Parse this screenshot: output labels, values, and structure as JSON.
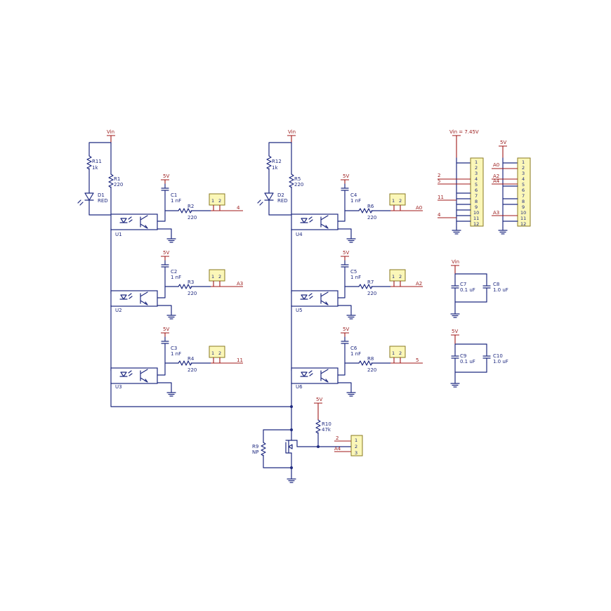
{
  "optocouplers": [
    {
      "ref": "U1",
      "cap": "C1",
      "cap_val": "1 nF",
      "res": "R2",
      "res_val": "220",
      "supply": "5V",
      "net": "4"
    },
    {
      "ref": "U2",
      "cap": "C2",
      "cap_val": "1 nF",
      "res": "R3",
      "res_val": "220",
      "supply": "5V",
      "net": "A3"
    },
    {
      "ref": "U3",
      "cap": "C3",
      "cap_val": "1 nF",
      "res": "R4",
      "res_val": "220",
      "supply": "5V",
      "net": "11"
    },
    {
      "ref": "U4",
      "cap": "C4",
      "cap_val": "1 nF",
      "res": "R6",
      "res_val": "220",
      "supply": "5V",
      "net": "A0"
    },
    {
      "ref": "U5",
      "cap": "C5",
      "cap_val": "1 nF",
      "res": "R7",
      "res_val": "220",
      "supply": "5V",
      "net": "A2"
    },
    {
      "ref": "U6",
      "cap": "C6",
      "cap_val": "1 nF",
      "res": "R8",
      "res_val": "220",
      "supply": "5V",
      "net": "5"
    }
  ],
  "jumper_pins": [
    "1",
    "2"
  ],
  "led_chains": [
    {
      "supply": "Vin",
      "r_led": "R11",
      "r_led_val": "1k",
      "r_ser": "R1",
      "r_ser_val": "220",
      "led": "D1",
      "led_val": "RED"
    },
    {
      "supply": "Vin",
      "r_led": "R12",
      "r_led_val": "1k",
      "r_ser": "R5",
      "r_ser_val": "220",
      "led": "D2",
      "led_val": "RED"
    }
  ],
  "header1": {
    "supply": "Vin = 7.45V",
    "pins": [
      "1",
      "2",
      "3",
      "4",
      "5",
      "6",
      "7",
      "8",
      "9",
      "10",
      "11",
      "12"
    ],
    "nets": [
      "2",
      "5",
      "11",
      "4"
    ]
  },
  "header2": {
    "supply": "5V",
    "pins": [
      "1",
      "2",
      "3",
      "4",
      "5",
      "6",
      "7",
      "8",
      "9",
      "10",
      "11",
      "12"
    ],
    "nets": [
      "A0",
      "A2",
      "A4",
      "A3"
    ]
  },
  "decoupling": [
    {
      "supply": "Vin",
      "c1": "C7",
      "c1_val": "0.1 uF",
      "c2": "C8",
      "c2_val": "1.0 uF"
    },
    {
      "supply": "5V",
      "c1": "C9",
      "c1_val": "0.1 uF",
      "c2": "C10",
      "c2_val": "1.0 uF"
    }
  ],
  "mosfet": {
    "pulldown": "R9",
    "pulldown_val": "NP",
    "pullup": "R10",
    "pullup_val": "47k",
    "supply": "5V"
  },
  "connector": {
    "pins": [
      "1",
      "2",
      "3"
    ],
    "nets": [
      "2",
      "A4"
    ]
  }
}
